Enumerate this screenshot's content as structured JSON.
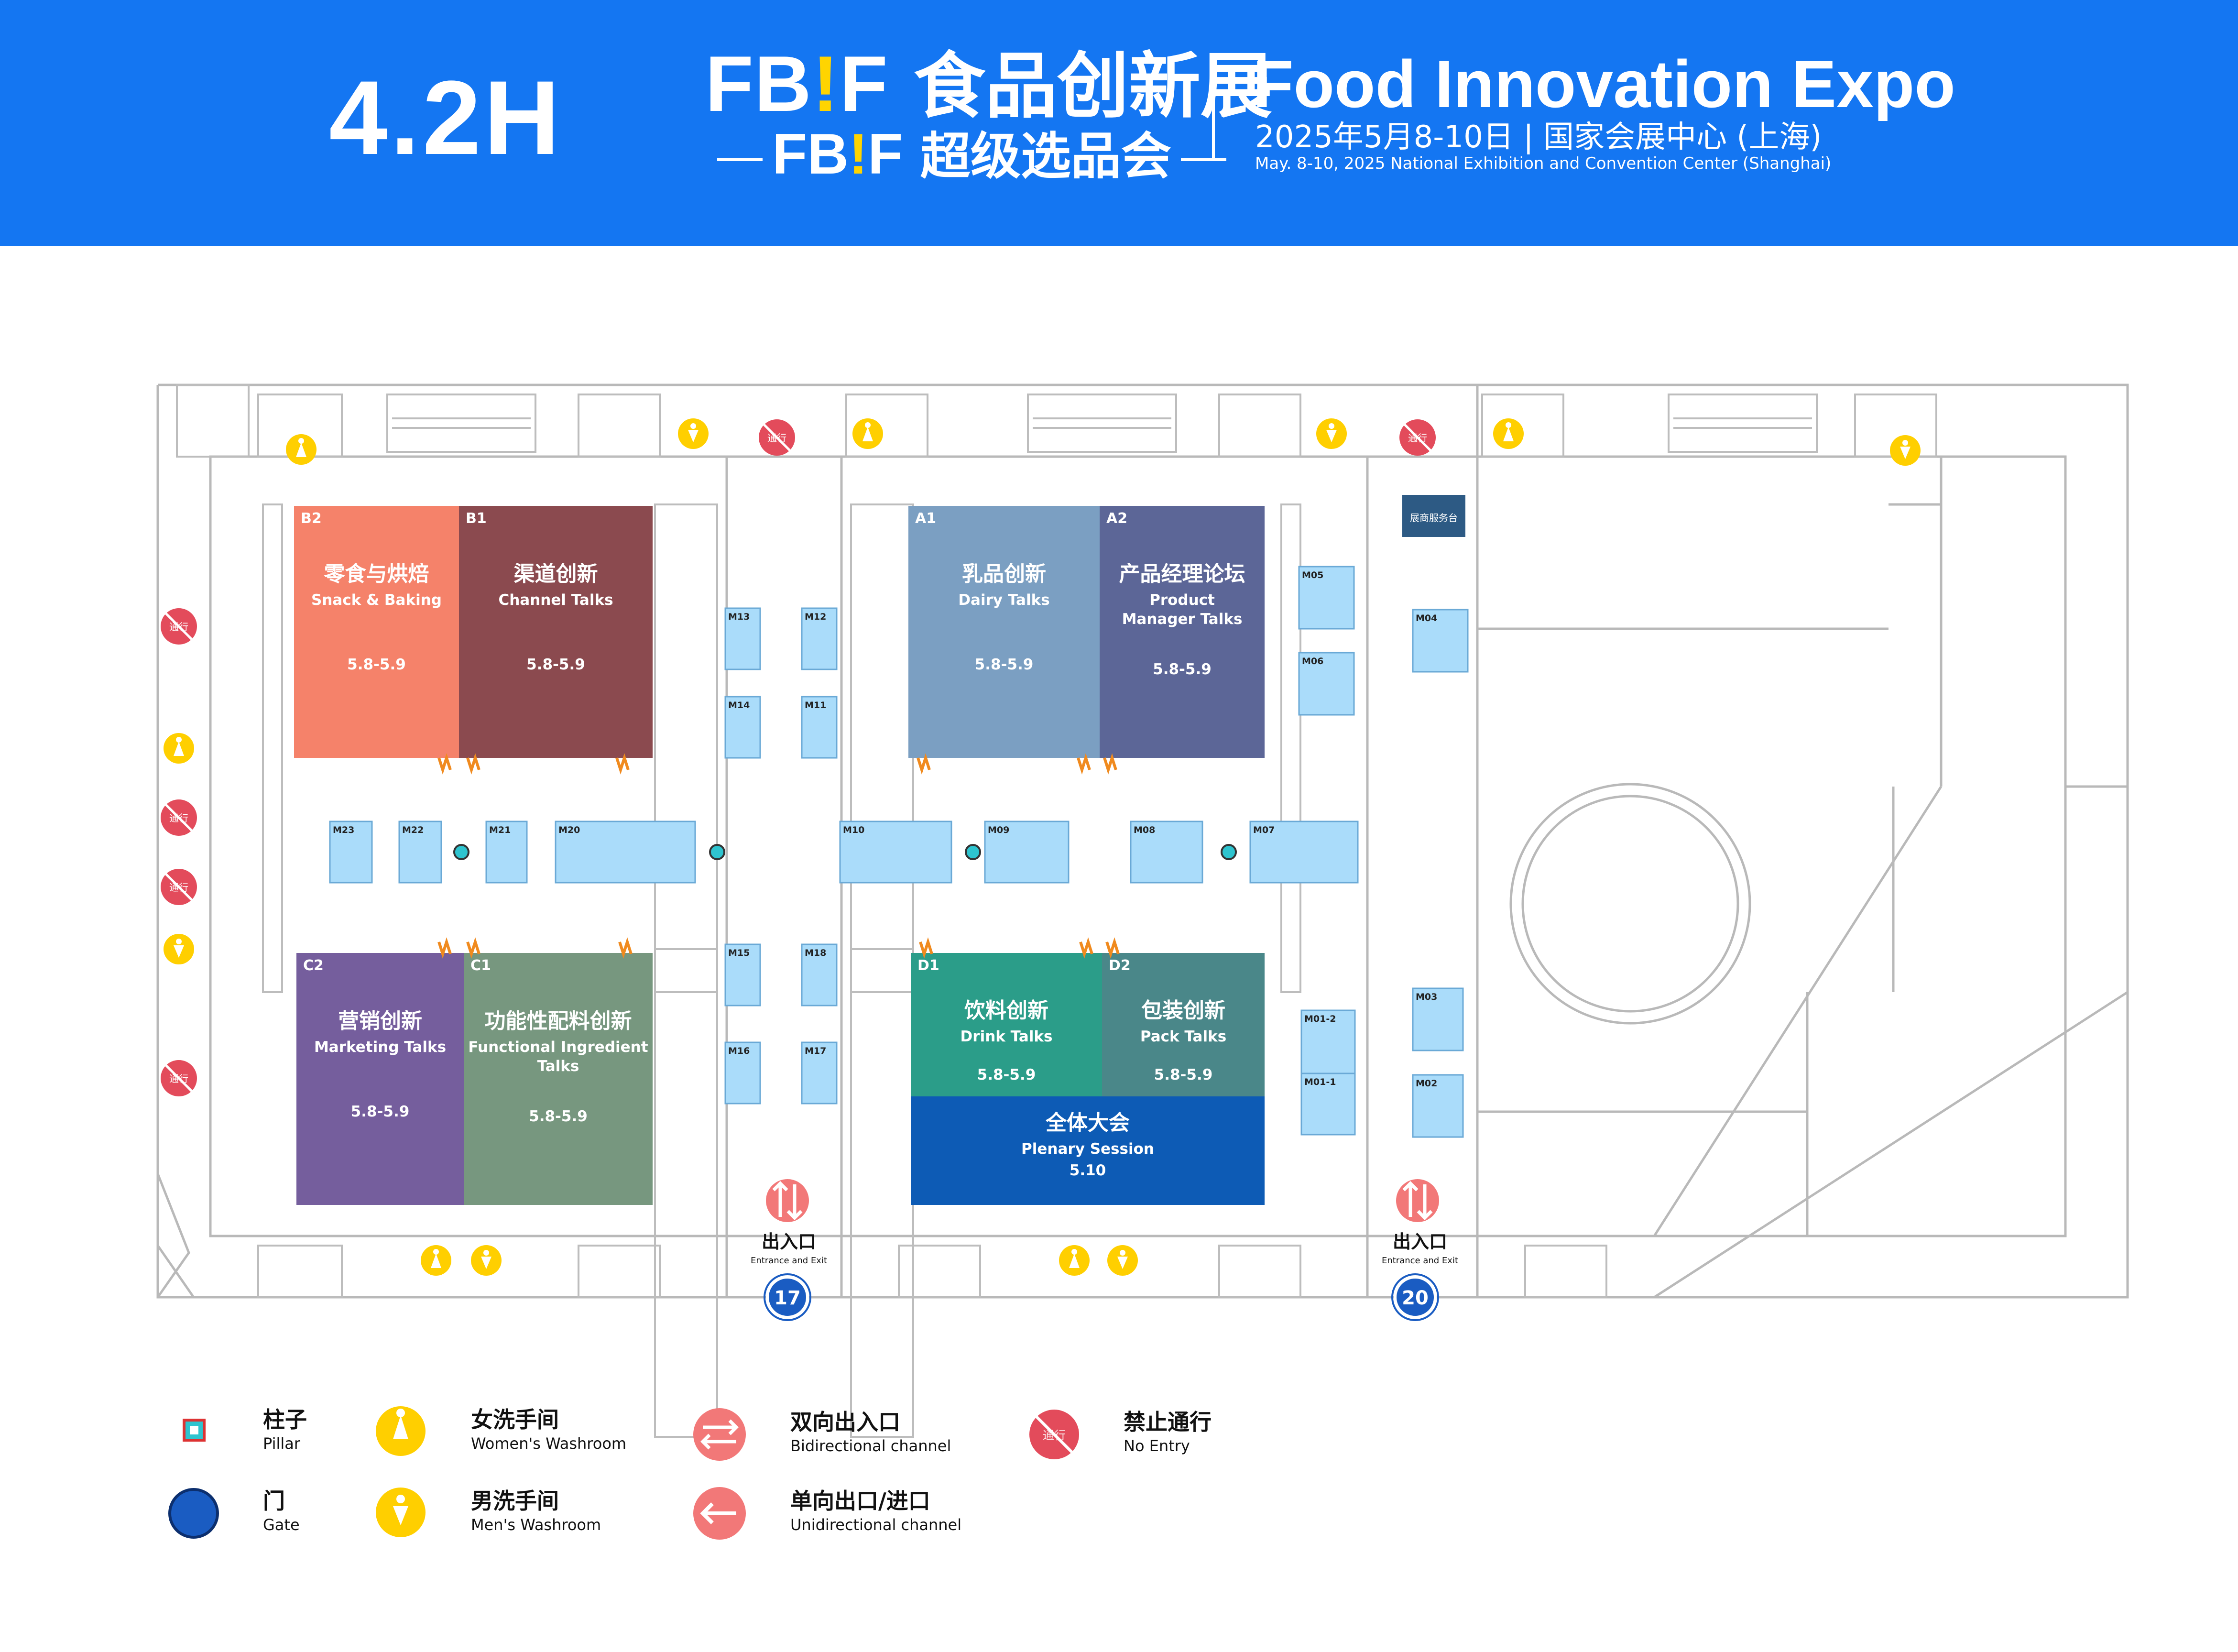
{
  "header": {
    "hall": "4.2H",
    "brand_cn_prefix": "FB",
    "brand_cn_bang": "!",
    "brand_cn_suffix": "F",
    "brand_cn_name": "食品创新展",
    "brand2_name": "超级选品会",
    "title_en": "Food Innovation Expo",
    "date_cn": "2025年5月8-10日 | 国家会展中心 (上海)",
    "date_en": "May. 8-10, 2025 National Exhibition and Convention Center (Shanghai)"
  },
  "colors": {
    "header_bg": "#1476f2",
    "snack": "#f5826a",
    "channel": "#8b4a4f",
    "dairy": "#7b9fc2",
    "product": "#5c6697",
    "marketing": "#755e9d",
    "functional": "#77977f",
    "drink": "#2b9d89",
    "pack": "#4a8789",
    "plenary": "#0d5bb5",
    "booth": "#aadcfa",
    "no_entry": "#e34b5b",
    "washroom": "#ffcf00",
    "gate": "#1a5cc2"
  },
  "zones": [
    {
      "code": "B2",
      "cn": "零食与烘焙",
      "en": "Snack & Baking",
      "date": "5.8-5.9",
      "color_key": "snack"
    },
    {
      "code": "B1",
      "cn": "渠道创新",
      "en": "Channel Talks",
      "date": "5.8-5.9",
      "color_key": "channel"
    },
    {
      "code": "A1",
      "cn": "乳品创新",
      "en": "Dairy Talks",
      "date": "5.8-5.9",
      "color_key": "dairy"
    },
    {
      "code": "A2",
      "cn": "产品经理论坛",
      "en": "Product Manager Talks",
      "date": "5.8-5.9",
      "color_key": "product"
    },
    {
      "code": "C2",
      "cn": "营销创新",
      "en": "Marketing Talks",
      "date": "5.8-5.9",
      "color_key": "marketing"
    },
    {
      "code": "C1",
      "cn": "功能性配料创新",
      "en": "Functional Ingredient Talks",
      "date": "5.8-5.9",
      "color_key": "functional"
    },
    {
      "code": "D1",
      "cn": "饮料创新",
      "en": "Drink Talks",
      "date": "5.8-5.9",
      "color_key": "drink"
    },
    {
      "code": "D2",
      "cn": "包装创新",
      "en": "Pack Talks",
      "date": "5.8-5.9",
      "color_key": "pack"
    },
    {
      "code": "",
      "cn": "全体大会",
      "en": "Plenary Session",
      "date": "5.10",
      "color_key": "plenary"
    }
  ],
  "booths": [
    "M01-1",
    "M01-2",
    "M02",
    "M03",
    "M04",
    "M05",
    "M06",
    "M07",
    "M08",
    "M09",
    "M10",
    "M11",
    "M12",
    "M13",
    "M14",
    "M15",
    "M16",
    "M17",
    "M18",
    "M20",
    "M21",
    "M22",
    "M23"
  ],
  "service_desk": "展商服务台",
  "no_entry_label": "通行",
  "entrances": [
    {
      "cn": "出入口",
      "en": "Entrance and Exit",
      "gate": "17"
    },
    {
      "cn": "出入口",
      "en": "Entrance and Exit",
      "gate": "20"
    }
  ],
  "legend": [
    {
      "cn": "柱子",
      "en": "Pillar",
      "icon": "pillar-icon"
    },
    {
      "cn": "门",
      "en": "Gate",
      "icon": "gate-icon"
    },
    {
      "cn": "女洗手间",
      "en": "Women's Washroom",
      "icon": "women-washroom-icon"
    },
    {
      "cn": "男洗手间",
      "en": "Men's Washroom",
      "icon": "men-washroom-icon"
    },
    {
      "cn": "双向出入口",
      "en": "Bidirectional channel",
      "icon": "bidirectional-icon"
    },
    {
      "cn": "单向出口/进口",
      "en": "Unidirectional channel",
      "icon": "unidirectional-icon"
    },
    {
      "cn": "禁止通行",
      "en": "No Entry",
      "icon": "no-entry-icon"
    }
  ]
}
